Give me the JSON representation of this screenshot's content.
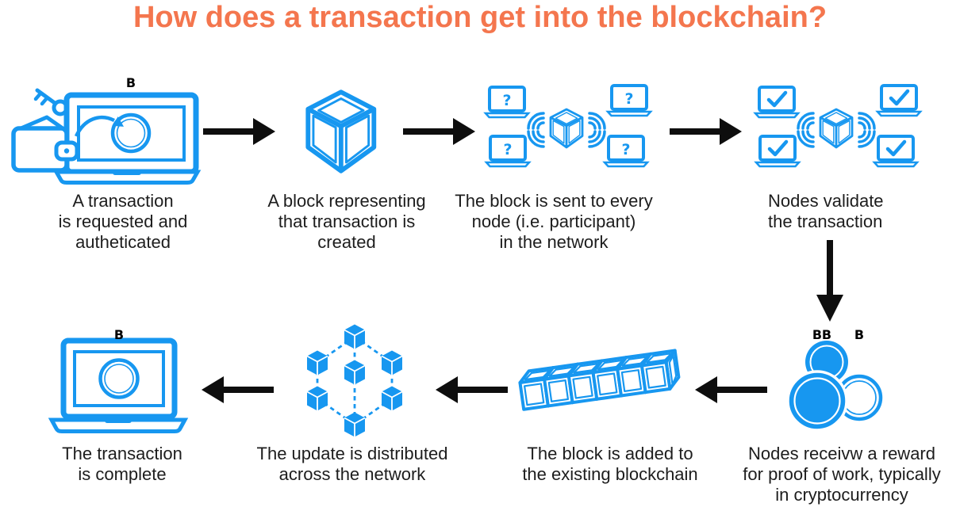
{
  "title": "How does a transaction get into the blockchain?",
  "colors": {
    "title_orange": "#f4764e",
    "icon_blue": "#1797f0",
    "arrow_black": "#0e0e0e",
    "caption_text": "#1d1d1d",
    "background": "#ffffff"
  },
  "steps": [
    {
      "step": 1,
      "icon": "wallet-key-laptop-bitcoin-icon",
      "caption": "A transaction\nis requested and\nautheticated"
    },
    {
      "step": 2,
      "icon": "block-cube-icon",
      "caption": "A block representing\nthat transaction is\ncreated"
    },
    {
      "step": 3,
      "icon": "broadcast-to-nodes-question-icon",
      "caption": "The block is sent to every\nnode (i.e. participant)\nin the network"
    },
    {
      "step": 4,
      "icon": "nodes-validate-check-icon",
      "caption": "Nodes validate\nthe transaction"
    },
    {
      "step": 5,
      "icon": "bitcoin-coins-reward-icon",
      "caption": "Nodes receivw a reward\nfor proof of work, typically\nin cryptocurrency"
    },
    {
      "step": 6,
      "icon": "blockchain-row-icon",
      "caption": "The block is added to\nthe existing blockchain"
    },
    {
      "step": 7,
      "icon": "distributed-network-cubes-icon",
      "caption": "The update is distributed\nacross the network"
    },
    {
      "step": 8,
      "icon": "laptop-bitcoin-complete-icon",
      "caption": "The transaction\nis complete"
    }
  ],
  "arrows": [
    {
      "name": "arrow-step1-to-step2",
      "direction": "right"
    },
    {
      "name": "arrow-step2-to-step3",
      "direction": "right"
    },
    {
      "name": "arrow-step3-to-step4",
      "direction": "right"
    },
    {
      "name": "arrow-step4-to-step5",
      "direction": "down"
    },
    {
      "name": "arrow-step5-to-step6",
      "direction": "left"
    },
    {
      "name": "arrow-step6-to-step7",
      "direction": "left"
    },
    {
      "name": "arrow-step7-to-step8",
      "direction": "left"
    }
  ]
}
